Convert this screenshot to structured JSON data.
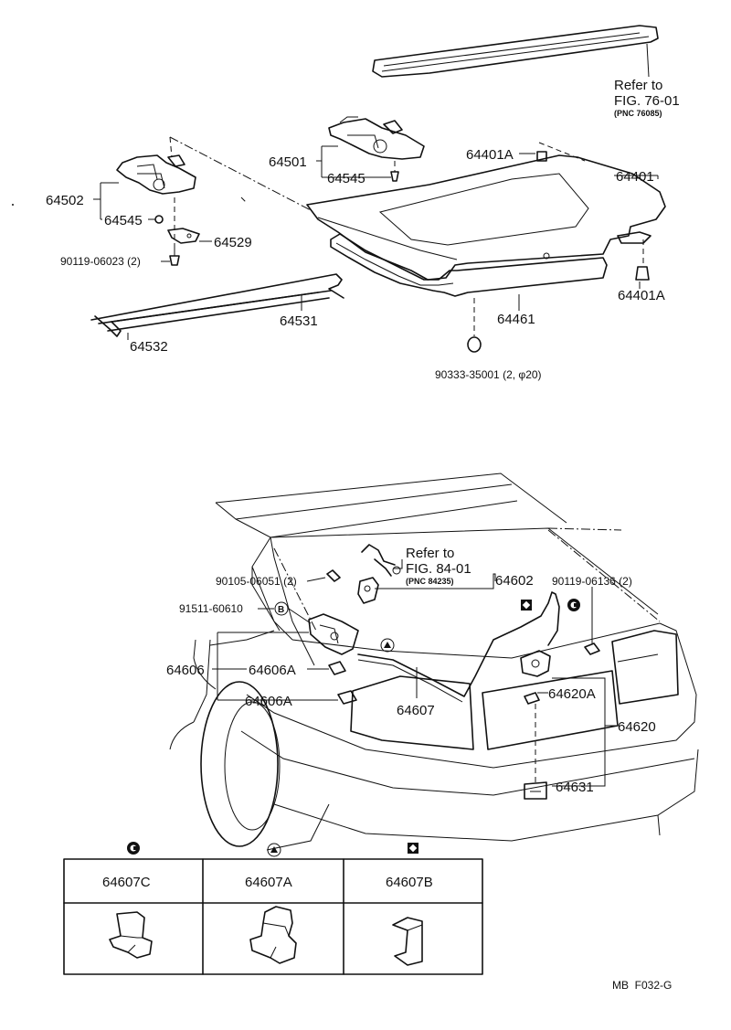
{
  "upper": {
    "refer_76": {
      "line1": "Refer to",
      "line2": "FIG. 76-01",
      "line3": "(PNC 76085)"
    },
    "labels": {
      "p64401A_top": "64401A",
      "p64401": "64401",
      "p64501": "64501",
      "p64545_right": "64545",
      "p64502": "64502",
      "p64545_left": "64545",
      "p64529": "64529",
      "p90119_06023": "90119-06023 (2)",
      "p64531": "64531",
      "p64532": "64532",
      "p64461": "64461",
      "p64401A_bottom": "64401A",
      "p90333": "90333-35001 (2, φ20)"
    }
  },
  "lower": {
    "refer_84": {
      "line1": "Refer to",
      "line2": "FIG. 84-01",
      "line3": "(PNC 84235)"
    },
    "labels": {
      "p90105": "90105-06051 (2)",
      "p91511": "91511-60610",
      "p64602": "64602",
      "p90119_06136": "90119-06136 (2)",
      "p64606": "64606",
      "p64606A_1": "64606A",
      "p64606A_2": "64606A",
      "p64607": "64607",
      "p64620A": "64620A",
      "p64620": "64620",
      "p64631": "64631"
    },
    "markers": {
      "b": "B"
    }
  },
  "clip_table": {
    "headers": [
      "64607C",
      "64607A",
      "64607B"
    ]
  },
  "footer": {
    "code": "MB  F032-G"
  }
}
